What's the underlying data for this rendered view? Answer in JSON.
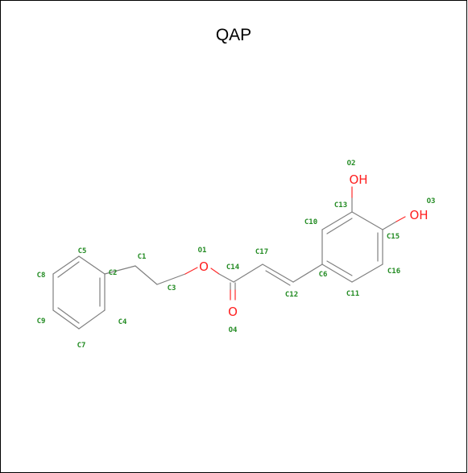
{
  "title": "QAP",
  "labels": {
    "c1": "C1",
    "c2": "C2",
    "c3": "C3",
    "c4": "C4",
    "c5": "C5",
    "c6": "C6",
    "c7": "C7",
    "c8": "C8",
    "c9": "C9",
    "c10": "C10",
    "c11": "C11",
    "c12": "C12",
    "c13": "C13",
    "c14": "C14",
    "c15": "C15",
    "c16": "C16",
    "c17": "C17",
    "o1": "O1",
    "o2": "O2",
    "o3": "O3",
    "o4": "O4"
  },
  "atoms": {
    "oh1": "OH",
    "oh2": "OH",
    "o_ester": "O",
    "o_carbonyl": "O"
  },
  "colors": {
    "bond": "#808080",
    "heteroatom": "#ff2020",
    "atom_label": "#228b22",
    "border": "#000000"
  }
}
